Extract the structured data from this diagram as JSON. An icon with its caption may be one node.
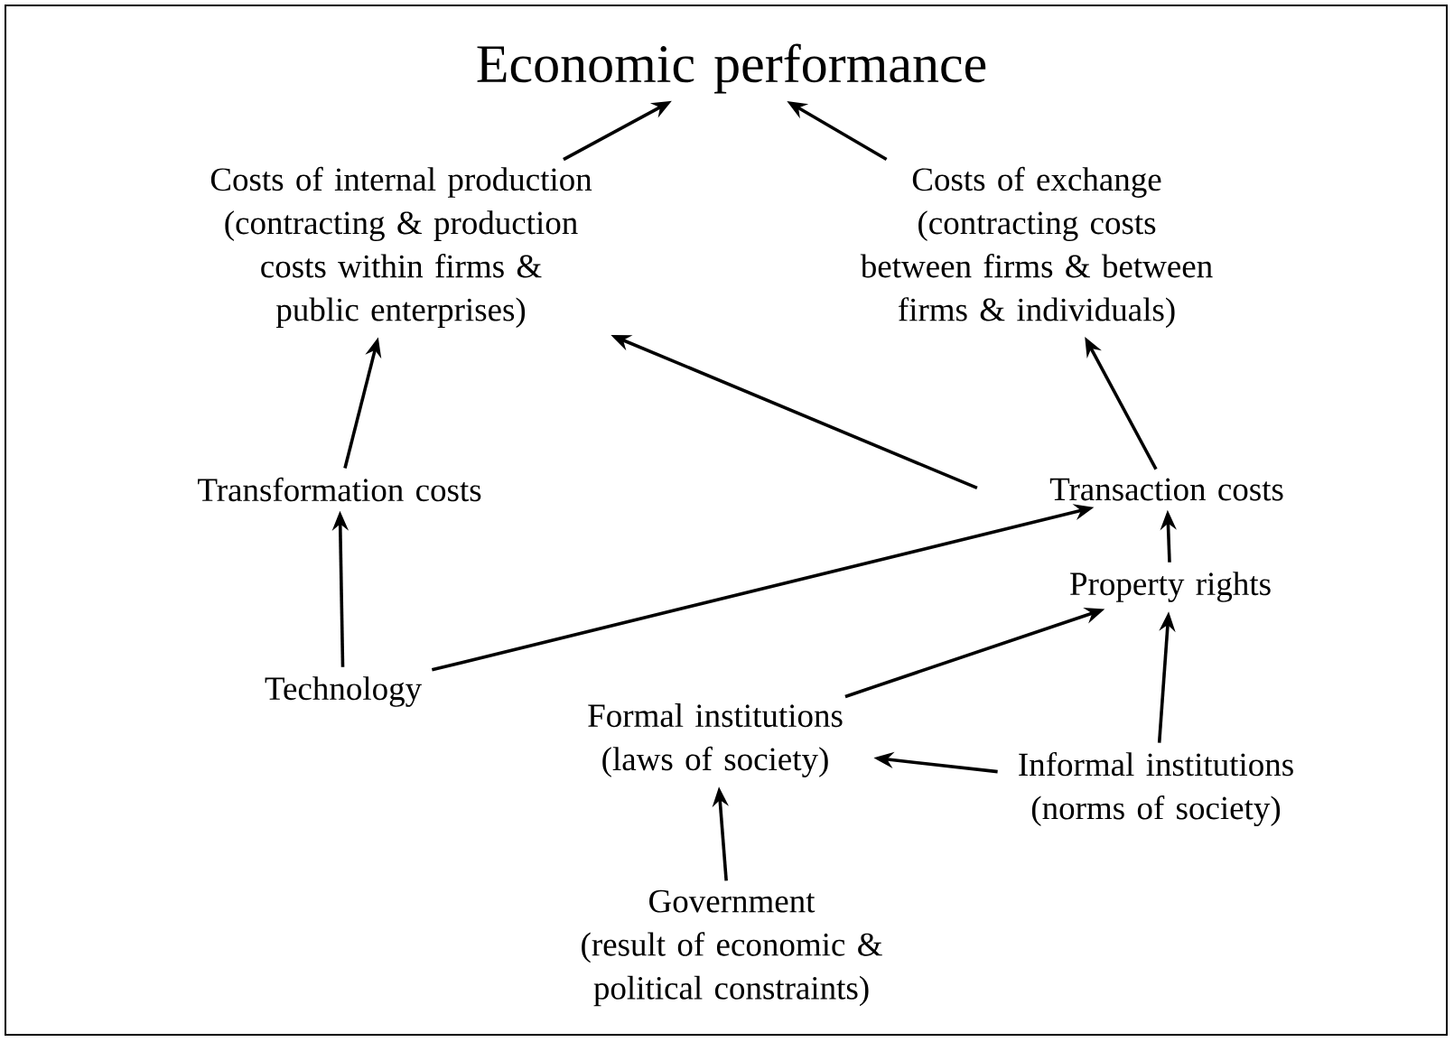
{
  "diagram": {
    "nodes": [
      {
        "text": [
          "Economic performance"
        ]
      },
      {
        "text": [
          "Costs of internal production",
          "(contracting & production costs within firms & public enterprises)"
        ]
      },
      {
        "text": [
          "Costs of exchange",
          "(contracting costs between firms & between firms & individuals)"
        ]
      },
      {
        "text": [
          "Transformation costs"
        ]
      },
      {
        "text": [
          "Transaction costs"
        ]
      },
      {
        "text": [
          "Technology"
        ]
      },
      {
        "text": [
          "Property rights"
        ]
      },
      {
        "text": [
          "Formal institutions",
          "(laws of society)"
        ]
      },
      {
        "text": [
          "Informal institutions",
          "(norms of society)"
        ]
      },
      {
        "text": [
          "Government",
          "(result of economic & political constraints)"
        ]
      }
    ],
    "edges": [
      {
        "from": 1,
        "to": 0,
        "arrow": "to"
      },
      {
        "from": 2,
        "to": 0,
        "arrow": "to"
      },
      {
        "from": 3,
        "to": 1,
        "arrow": "to"
      },
      {
        "from": 4,
        "to": 1,
        "arrow": "to"
      },
      {
        "from": 4,
        "to": 2,
        "arrow": "to"
      },
      {
        "from": 5,
        "to": 3,
        "arrow": "to"
      },
      {
        "from": 5,
        "to": 4,
        "arrow": "to"
      },
      {
        "from": 6,
        "to": 4,
        "arrow": "to"
      },
      {
        "from": 7,
        "to": 6,
        "arrow": "to"
      },
      {
        "from": 8,
        "to": 6,
        "arrow": "to"
      },
      {
        "from": 8,
        "to": 7,
        "arrow": "to"
      },
      {
        "from": 9,
        "to": 7,
        "arrow": "to"
      }
    ]
  }
}
